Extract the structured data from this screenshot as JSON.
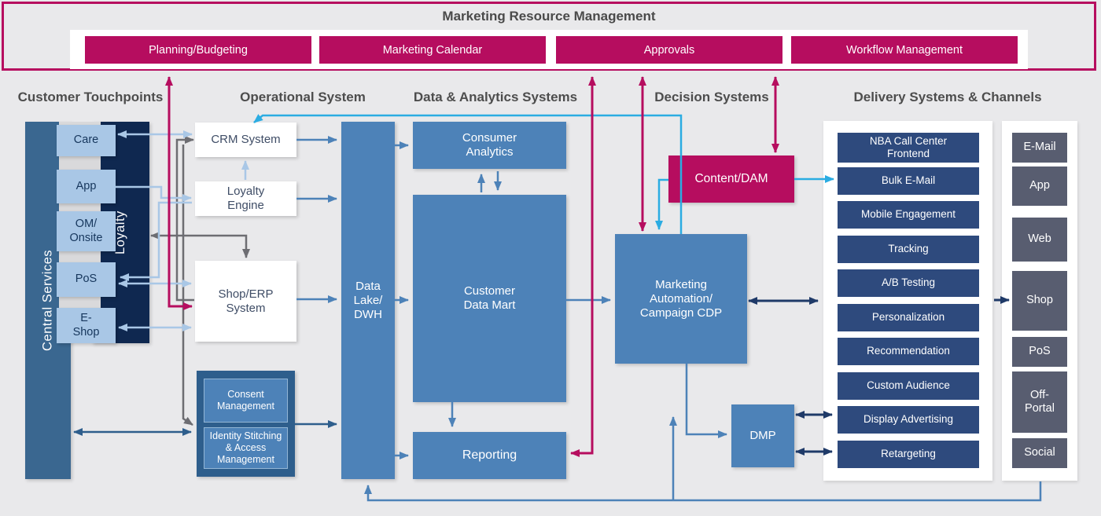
{
  "mrm": {
    "title": "Marketing Resource Management",
    "buttons": [
      "Planning/Budgeting",
      "Marketing Calendar",
      "Approvals",
      "Workflow Management"
    ]
  },
  "columns": {
    "touchpoints": "Customer Touchpoints",
    "operational": "Operational System",
    "data_analytics": "Data & Analytics Systems",
    "decision": "Decision Systems",
    "delivery": "Delivery Systems & Channels"
  },
  "touchpoints": {
    "central_services": "Central Services",
    "loyalty_bar": "Loyalty",
    "items": [
      "Care",
      "App",
      "OM/\nOnsite",
      "PoS",
      "E-\nShop"
    ]
  },
  "operational": {
    "crm": "CRM System",
    "loyalty_engine": "Loyalty\nEngine",
    "shop_erp": "Shop/ERP\nSystem",
    "consent": "Consent\nManagement",
    "identity": "Identity Stitching\n& Access\nManagement"
  },
  "data_analytics": {
    "data_lake": "Data\nLake/\nDWH",
    "consumer_analytics": "Consumer\nAnalytics",
    "customer_data_mart": "Customer\nData Mart",
    "reporting": "Reporting"
  },
  "decision": {
    "content_dam": "Content/DAM",
    "marketing_automation": "Marketing\nAutomation/\nCampaign CDP",
    "dmp": "DMP"
  },
  "delivery": {
    "items": [
      "NBA Call Center\nFrontend",
      "Bulk E-Mail",
      "Mobile Engagement",
      "Tracking",
      "A/B Testing",
      "Personalization",
      "Recommendation",
      "Custom Audience",
      "Display Advertising",
      "Retargeting"
    ]
  },
  "channels": {
    "items": [
      "E-Mail",
      "App",
      "Web",
      "Shop",
      "PoS",
      "Off-\nPortal",
      "Social"
    ]
  },
  "colors": {
    "accent_pink": "#b60d5f",
    "medium_blue": "#4d82b8",
    "light_blue": "#a9c7e6",
    "dark_navy_bar": "#0f2850",
    "navy_item": "#2e4a7d",
    "channel_gray": "#585d70",
    "central_services_bar": "#3a6790",
    "consent_outer": "#2e5e8c",
    "cyan_arrow": "#2bace2",
    "gray_arrow": "#6d6d72",
    "background": "#e9e9eb"
  }
}
